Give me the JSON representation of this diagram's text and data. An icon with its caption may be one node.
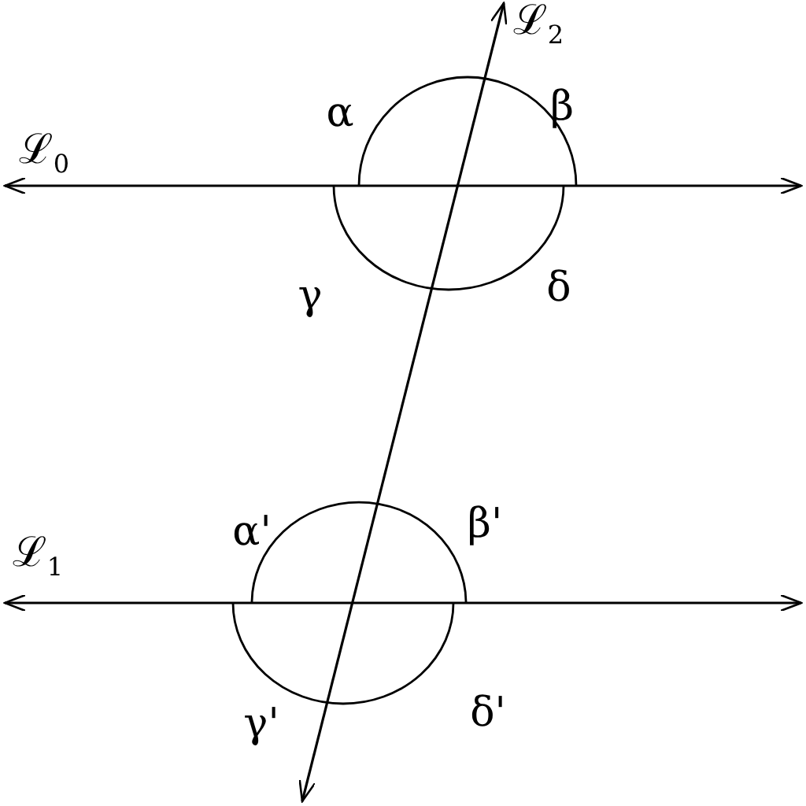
{
  "diagram": {
    "labels": [
      "α",
      "ℒ$_{2}$",
      "β",
      "ℒ$_{0}$",
      "γ",
      "δ",
      "α'",
      "β'",
      "ℒ$_{1}$",
      "γ'",
      "δ'"
    ]
  }
}
